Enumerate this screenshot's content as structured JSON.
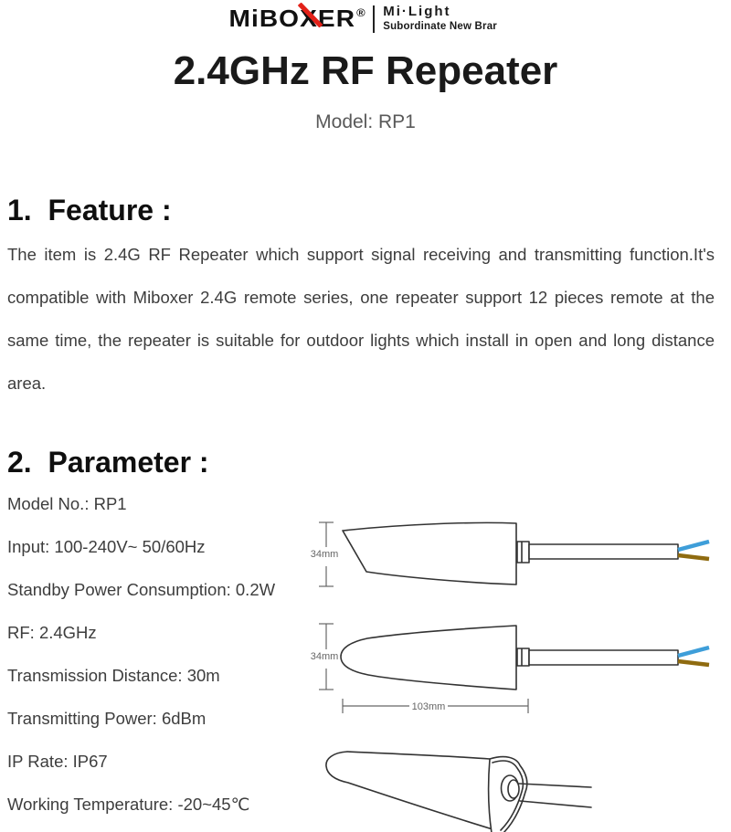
{
  "brand": {
    "logo_left": "MiBO",
    "logo_x": "X",
    "logo_right": "ER",
    "registered": "®",
    "tagline_title": "Mi·Light",
    "tagline_sub": "Subordinate New Brar",
    "accent_color": "#e32119"
  },
  "header": {
    "title": "2.4GHz RF Repeater",
    "model": "Model: RP1"
  },
  "sections": {
    "feature": {
      "heading": "1.  Feature :",
      "lines": [
        "The item is 2.4G RF Repeater which support signal receiving and transmitting function.It's",
        "compatible with Miboxer 2.4G remote series, one repeater support 12 pieces remote at the",
        "same time, the repeater is suitable for outdoor lights which install in open and long distance",
        "area."
      ]
    },
    "parameter": {
      "heading": "2.  Parameter :",
      "items": [
        "Model No.: RP1",
        "Input: 100-240V~ 50/60Hz",
        "Standby Power Consumption: 0.2W",
        "RF: 2.4GHz",
        "Transmission Distance: 30m",
        "Transmitting Power: 6dBm",
        "IP Rate: IP67",
        "Working Temperature: -20~45℃"
      ]
    }
  },
  "diagram": {
    "views": [
      {
        "name": "side-view-top",
        "height_label": "34mm"
      },
      {
        "name": "side-view-bottom",
        "height_label": "34mm",
        "length_label": "103mm"
      },
      {
        "name": "perspective-view"
      }
    ],
    "line_color": "#333333",
    "dim_color": "#666666",
    "wire_blue": "#3e9ed9",
    "wire_brown": "#8f6b10"
  }
}
